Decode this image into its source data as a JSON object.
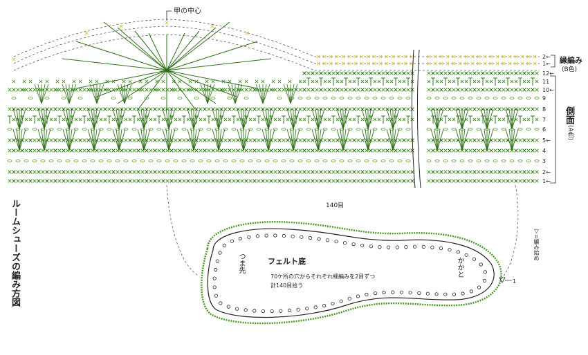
{
  "diagram": {
    "title_vertical": "ルームシューズの編み方図",
    "instep_center": "甲の中心",
    "edging_label": "縁編み",
    "edging_color": "(B色)",
    "side_label": "側面",
    "side_color": "(A色)",
    "sole_count": "140目",
    "sole_title": "フェルト底",
    "sole_note_line1": "70ケ所の穴からそれぞれ細編みを2目ずつ",
    "sole_note_line2": "計140目拾う",
    "toe_label": "つま先",
    "heel_label": "かかと",
    "start_marker": "▽=編み始め",
    "start_number": "1",
    "row_numbers": [
      {
        "text": "2←",
        "row": 2,
        "part": "edging"
      },
      {
        "text": "1←",
        "row": 1,
        "part": "edging"
      },
      {
        "text": "12←",
        "row": 12,
        "part": "side"
      },
      {
        "text": "11",
        "row": 11,
        "part": "side"
      },
      {
        "text": "10←",
        "row": 10,
        "part": "side"
      },
      {
        "text": "9",
        "row": 9,
        "part": "side"
      },
      {
        "text": "8",
        "row": 8,
        "part": "side"
      },
      {
        "text": "7",
        "row": 7,
        "part": "side"
      },
      {
        "text": "6",
        "row": 6,
        "part": "side"
      },
      {
        "text": "5←",
        "row": 5,
        "part": "side"
      },
      {
        "text": "4",
        "row": 4,
        "part": "side"
      },
      {
        "text": "3",
        "row": 3,
        "part": "side"
      },
      {
        "text": "2←",
        "row": 2,
        "part": "side"
      },
      {
        "text": "1←",
        "row": 1,
        "part": "side"
      }
    ],
    "colors": {
      "stitch_green": "#4a9a2a",
      "stitch_dark": "#2f6f18",
      "edging_yellow": "#d8c84a",
      "line_gray": "#555555",
      "ink": "#222222",
      "accent_pink": "#c0339a"
    }
  }
}
